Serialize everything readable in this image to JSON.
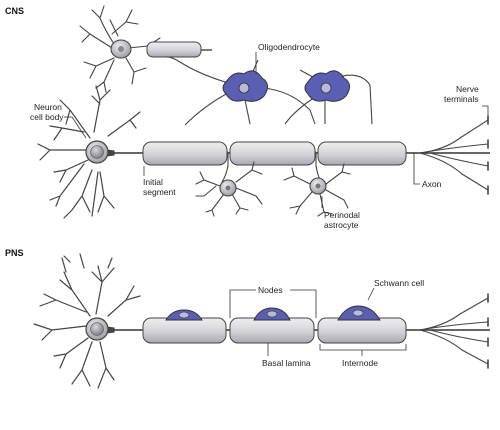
{
  "cns": {
    "heading": "CNS",
    "labels": {
      "oligodendrocyte": "Oligodendrocyte",
      "nerve_terminals_1": "Nerve",
      "nerve_terminals_2": "terminals",
      "neuron_cell_body_1": "Neuron",
      "neuron_cell_body_2": "cell body",
      "initial_segment_1": "Initial",
      "initial_segment_2": "segment",
      "axon": "Axon",
      "perinodal_astrocyte_1": "Perinodal",
      "perinodal_astrocyte_2": "astrocyte"
    }
  },
  "pns": {
    "heading": "PNS",
    "labels": {
      "nodes": "Nodes",
      "schwann_cell": "Schwann cell",
      "basal_lamina": "Basal lamina",
      "internode": "Internode"
    }
  },
  "colors": {
    "myelin_fill": "#d6d6dc",
    "glia_blue": "#5a5fb4",
    "neuron_gray": "#c8c8cc",
    "line": "#333333"
  }
}
